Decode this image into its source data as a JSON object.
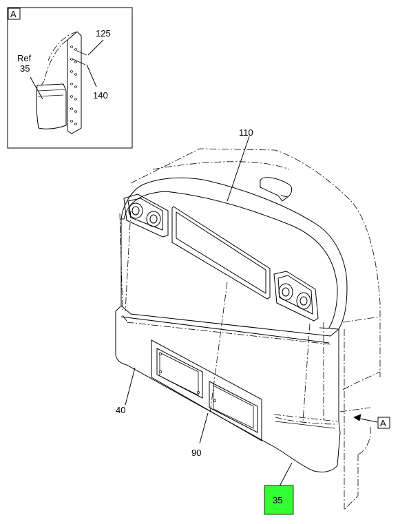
{
  "detail": {
    "view_tag": "A",
    "callouts": [
      {
        "id": "125",
        "text": "125"
      },
      {
        "id": "140",
        "text": "140"
      }
    ],
    "ref_line1": "Ref",
    "ref_line2": "35"
  },
  "main": {
    "callouts": [
      {
        "id": "110",
        "text": "110"
      },
      {
        "id": "40",
        "text": "40"
      },
      {
        "id": "90",
        "text": "90"
      }
    ],
    "view_marker": "A",
    "highlight": {
      "text": "35",
      "color": "#33ff33"
    }
  }
}
